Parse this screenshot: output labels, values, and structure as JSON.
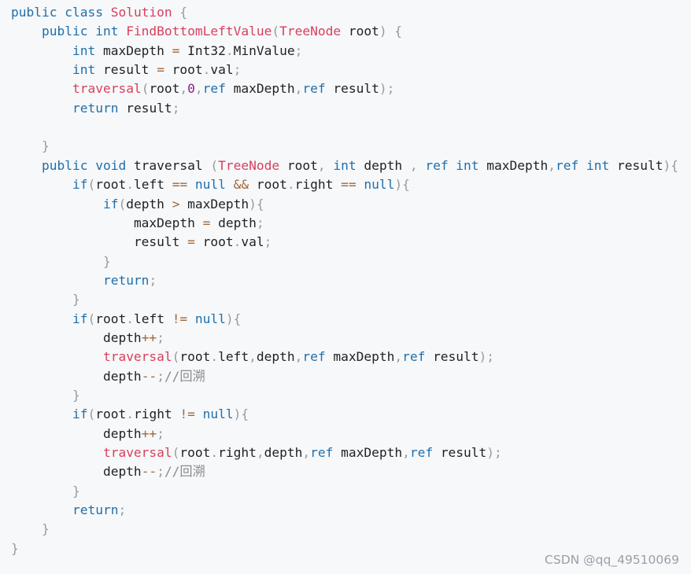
{
  "colors": {
    "background": "#f6f8fa",
    "keyword": "#1f6fab",
    "function_and_type": "#d93f5c",
    "plain": "#222222",
    "punctuation": "#9a9a9a",
    "operator": "#a0673a",
    "number": "#8a1f8a",
    "comment": "#8a8a8a"
  },
  "lines": [
    [
      [
        "kw",
        "public class "
      ],
      [
        "fn",
        "Solution"
      ],
      [
        "pn",
        " {"
      ]
    ],
    [
      [
        "pl",
        "    "
      ],
      [
        "kw",
        "public int "
      ],
      [
        "fn",
        "FindBottomLeftValue"
      ],
      [
        "pn",
        "("
      ],
      [
        "fn",
        "TreeNode"
      ],
      [
        "pl",
        " root"
      ],
      [
        "pn",
        ") {"
      ]
    ],
    [
      [
        "pl",
        "        "
      ],
      [
        "kw",
        "int "
      ],
      [
        "pl",
        "maxDepth "
      ],
      [
        "op",
        "="
      ],
      [
        "pl",
        " Int32"
      ],
      [
        "pn",
        "."
      ],
      [
        "pl",
        "MinValue"
      ],
      [
        "pn",
        ";"
      ]
    ],
    [
      [
        "pl",
        "        "
      ],
      [
        "kw",
        "int "
      ],
      [
        "pl",
        "result "
      ],
      [
        "op",
        "="
      ],
      [
        "pl",
        " root"
      ],
      [
        "pn",
        "."
      ],
      [
        "pl",
        "val"
      ],
      [
        "pn",
        ";"
      ]
    ],
    [
      [
        "pl",
        "        "
      ],
      [
        "fn",
        "traversal"
      ],
      [
        "pn",
        "("
      ],
      [
        "pl",
        "root"
      ],
      [
        "pn",
        ","
      ],
      [
        "num",
        "0"
      ],
      [
        "pn",
        ","
      ],
      [
        "kw",
        "ref "
      ],
      [
        "pl",
        "maxDepth"
      ],
      [
        "pn",
        ","
      ],
      [
        "kw",
        "ref "
      ],
      [
        "pl",
        "result"
      ],
      [
        "pn",
        ");"
      ]
    ],
    [
      [
        "pl",
        "        "
      ],
      [
        "kw",
        "return "
      ],
      [
        "pl",
        "result"
      ],
      [
        "pn",
        ";"
      ]
    ],
    [
      [
        "pl",
        ""
      ]
    ],
    [
      [
        "pl",
        "    "
      ],
      [
        "pn",
        "}"
      ]
    ],
    [
      [
        "pl",
        "    "
      ],
      [
        "kw",
        "public void "
      ],
      [
        "pl",
        "traversal "
      ],
      [
        "pn",
        "("
      ],
      [
        "fn",
        "TreeNode"
      ],
      [
        "pl",
        " root"
      ],
      [
        "pn",
        ", "
      ],
      [
        "kw",
        "int "
      ],
      [
        "pl",
        "depth "
      ],
      [
        "pn",
        ", "
      ],
      [
        "kw",
        "ref int "
      ],
      [
        "pl",
        "maxDepth"
      ],
      [
        "pn",
        ","
      ],
      [
        "kw",
        "ref int "
      ],
      [
        "pl",
        "result"
      ],
      [
        "pn",
        "){"
      ]
    ],
    [
      [
        "pl",
        "        "
      ],
      [
        "kw",
        "if"
      ],
      [
        "pn",
        "("
      ],
      [
        "pl",
        "root"
      ],
      [
        "pn",
        "."
      ],
      [
        "pl",
        "left "
      ],
      [
        "op",
        "=="
      ],
      [
        "kw",
        " null "
      ],
      [
        "op",
        "&&"
      ],
      [
        "pl",
        " root"
      ],
      [
        "pn",
        "."
      ],
      [
        "pl",
        "right "
      ],
      [
        "op",
        "=="
      ],
      [
        "kw",
        " null"
      ],
      [
        "pn",
        "){"
      ]
    ],
    [
      [
        "pl",
        "            "
      ],
      [
        "kw",
        "if"
      ],
      [
        "pn",
        "("
      ],
      [
        "pl",
        "depth "
      ],
      [
        "op",
        ">"
      ],
      [
        "pl",
        " maxDepth"
      ],
      [
        "pn",
        "){"
      ]
    ],
    [
      [
        "pl",
        "                "
      ],
      [
        "pl",
        "maxDepth "
      ],
      [
        "op",
        "="
      ],
      [
        "pl",
        " depth"
      ],
      [
        "pn",
        ";"
      ]
    ],
    [
      [
        "pl",
        "                "
      ],
      [
        "pl",
        "result "
      ],
      [
        "op",
        "="
      ],
      [
        "pl",
        " root"
      ],
      [
        "pn",
        "."
      ],
      [
        "pl",
        "val"
      ],
      [
        "pn",
        ";"
      ]
    ],
    [
      [
        "pl",
        "            "
      ],
      [
        "pn",
        "}"
      ]
    ],
    [
      [
        "pl",
        "            "
      ],
      [
        "kw",
        "return"
      ],
      [
        "pn",
        ";"
      ]
    ],
    [
      [
        "pl",
        "        "
      ],
      [
        "pn",
        "}"
      ]
    ],
    [
      [
        "pl",
        "        "
      ],
      [
        "kw",
        "if"
      ],
      [
        "pn",
        "("
      ],
      [
        "pl",
        "root"
      ],
      [
        "pn",
        "."
      ],
      [
        "pl",
        "left "
      ],
      [
        "op",
        "!="
      ],
      [
        "kw",
        " null"
      ],
      [
        "pn",
        "){"
      ]
    ],
    [
      [
        "pl",
        "            "
      ],
      [
        "pl",
        "depth"
      ],
      [
        "op",
        "++"
      ],
      [
        "pn",
        ";"
      ]
    ],
    [
      [
        "pl",
        "            "
      ],
      [
        "fn",
        "traversal"
      ],
      [
        "pn",
        "("
      ],
      [
        "pl",
        "root"
      ],
      [
        "pn",
        "."
      ],
      [
        "pl",
        "left"
      ],
      [
        "pn",
        ","
      ],
      [
        "pl",
        "depth"
      ],
      [
        "pn",
        ","
      ],
      [
        "kw",
        "ref "
      ],
      [
        "pl",
        "maxDepth"
      ],
      [
        "pn",
        ","
      ],
      [
        "kw",
        "ref "
      ],
      [
        "pl",
        "result"
      ],
      [
        "pn",
        ");"
      ]
    ],
    [
      [
        "pl",
        "            "
      ],
      [
        "pl",
        "depth"
      ],
      [
        "op",
        "--"
      ],
      [
        "pn",
        ";"
      ],
      [
        "cm",
        "//回溯"
      ]
    ],
    [
      [
        "pl",
        "        "
      ],
      [
        "pn",
        "}"
      ]
    ],
    [
      [
        "pl",
        "        "
      ],
      [
        "kw",
        "if"
      ],
      [
        "pn",
        "("
      ],
      [
        "pl",
        "root"
      ],
      [
        "pn",
        "."
      ],
      [
        "pl",
        "right "
      ],
      [
        "op",
        "!="
      ],
      [
        "kw",
        " null"
      ],
      [
        "pn",
        "){"
      ]
    ],
    [
      [
        "pl",
        "            "
      ],
      [
        "pl",
        "depth"
      ],
      [
        "op",
        "++"
      ],
      [
        "pn",
        ";"
      ]
    ],
    [
      [
        "pl",
        "            "
      ],
      [
        "fn",
        "traversal"
      ],
      [
        "pn",
        "("
      ],
      [
        "pl",
        "root"
      ],
      [
        "pn",
        "."
      ],
      [
        "pl",
        "right"
      ],
      [
        "pn",
        ","
      ],
      [
        "pl",
        "depth"
      ],
      [
        "pn",
        ","
      ],
      [
        "kw",
        "ref "
      ],
      [
        "pl",
        "maxDepth"
      ],
      [
        "pn",
        ","
      ],
      [
        "kw",
        "ref "
      ],
      [
        "pl",
        "result"
      ],
      [
        "pn",
        ");"
      ]
    ],
    [
      [
        "pl",
        "            "
      ],
      [
        "pl",
        "depth"
      ],
      [
        "op",
        "--"
      ],
      [
        "pn",
        ";"
      ],
      [
        "cm",
        "//回溯"
      ]
    ],
    [
      [
        "pl",
        "        "
      ],
      [
        "pn",
        "}"
      ]
    ],
    [
      [
        "pl",
        "        "
      ],
      [
        "kw",
        "return"
      ],
      [
        "pn",
        ";"
      ]
    ],
    [
      [
        "pl",
        "    "
      ],
      [
        "pn",
        "}"
      ]
    ],
    [
      [
        "pn",
        "}"
      ]
    ]
  ],
  "watermark": "CSDN @qq_49510069"
}
